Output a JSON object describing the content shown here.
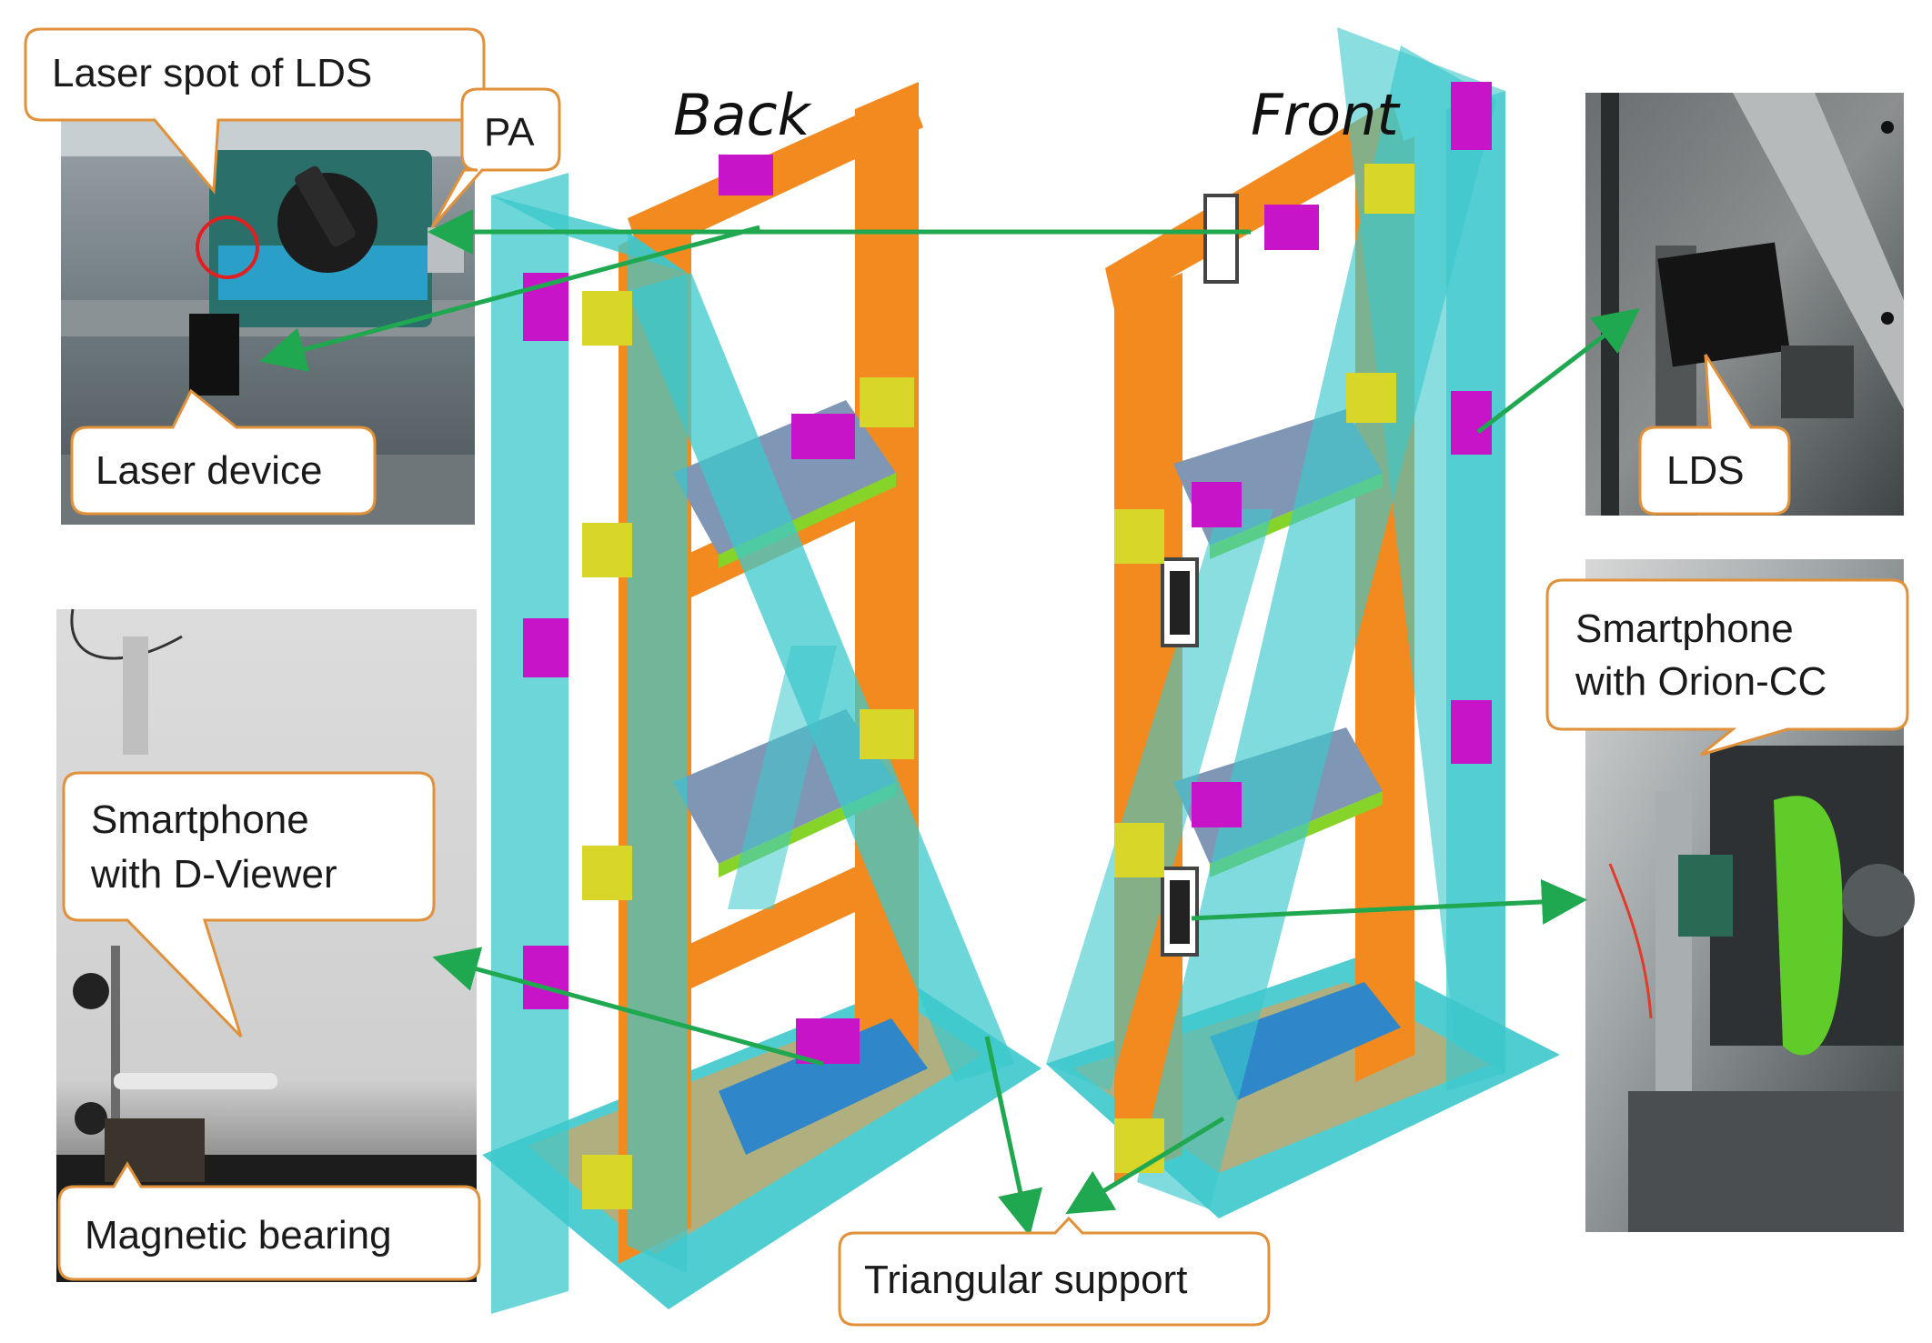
{
  "views": {
    "back": "Back",
    "front": "Front"
  },
  "callouts": {
    "laser_spot": "Laser spot of LDS",
    "pa": "PA",
    "laser_device": "Laser device",
    "lds": "LDS",
    "smartphone_orion_line1": "Smartphone",
    "smartphone_orion_line2": "with Orion-CC",
    "smartphone_dviewer_line1": "Smartphone",
    "smartphone_dviewer_line2": "with D-Viewer",
    "magnetic_bearing": "Magnetic bearing",
    "triangular_support": "Triangular support"
  },
  "colors": {
    "frame_cyan": "#3cc8cc",
    "column_orange": "#f28a1f",
    "plate_gray": "#7f97b5",
    "plate_green": "#86d42a",
    "connector_yellow": "#d9d62a",
    "device_magenta": "#c814c8",
    "arrow_green": "#1fa84f",
    "callout_border": "#e0913a"
  }
}
